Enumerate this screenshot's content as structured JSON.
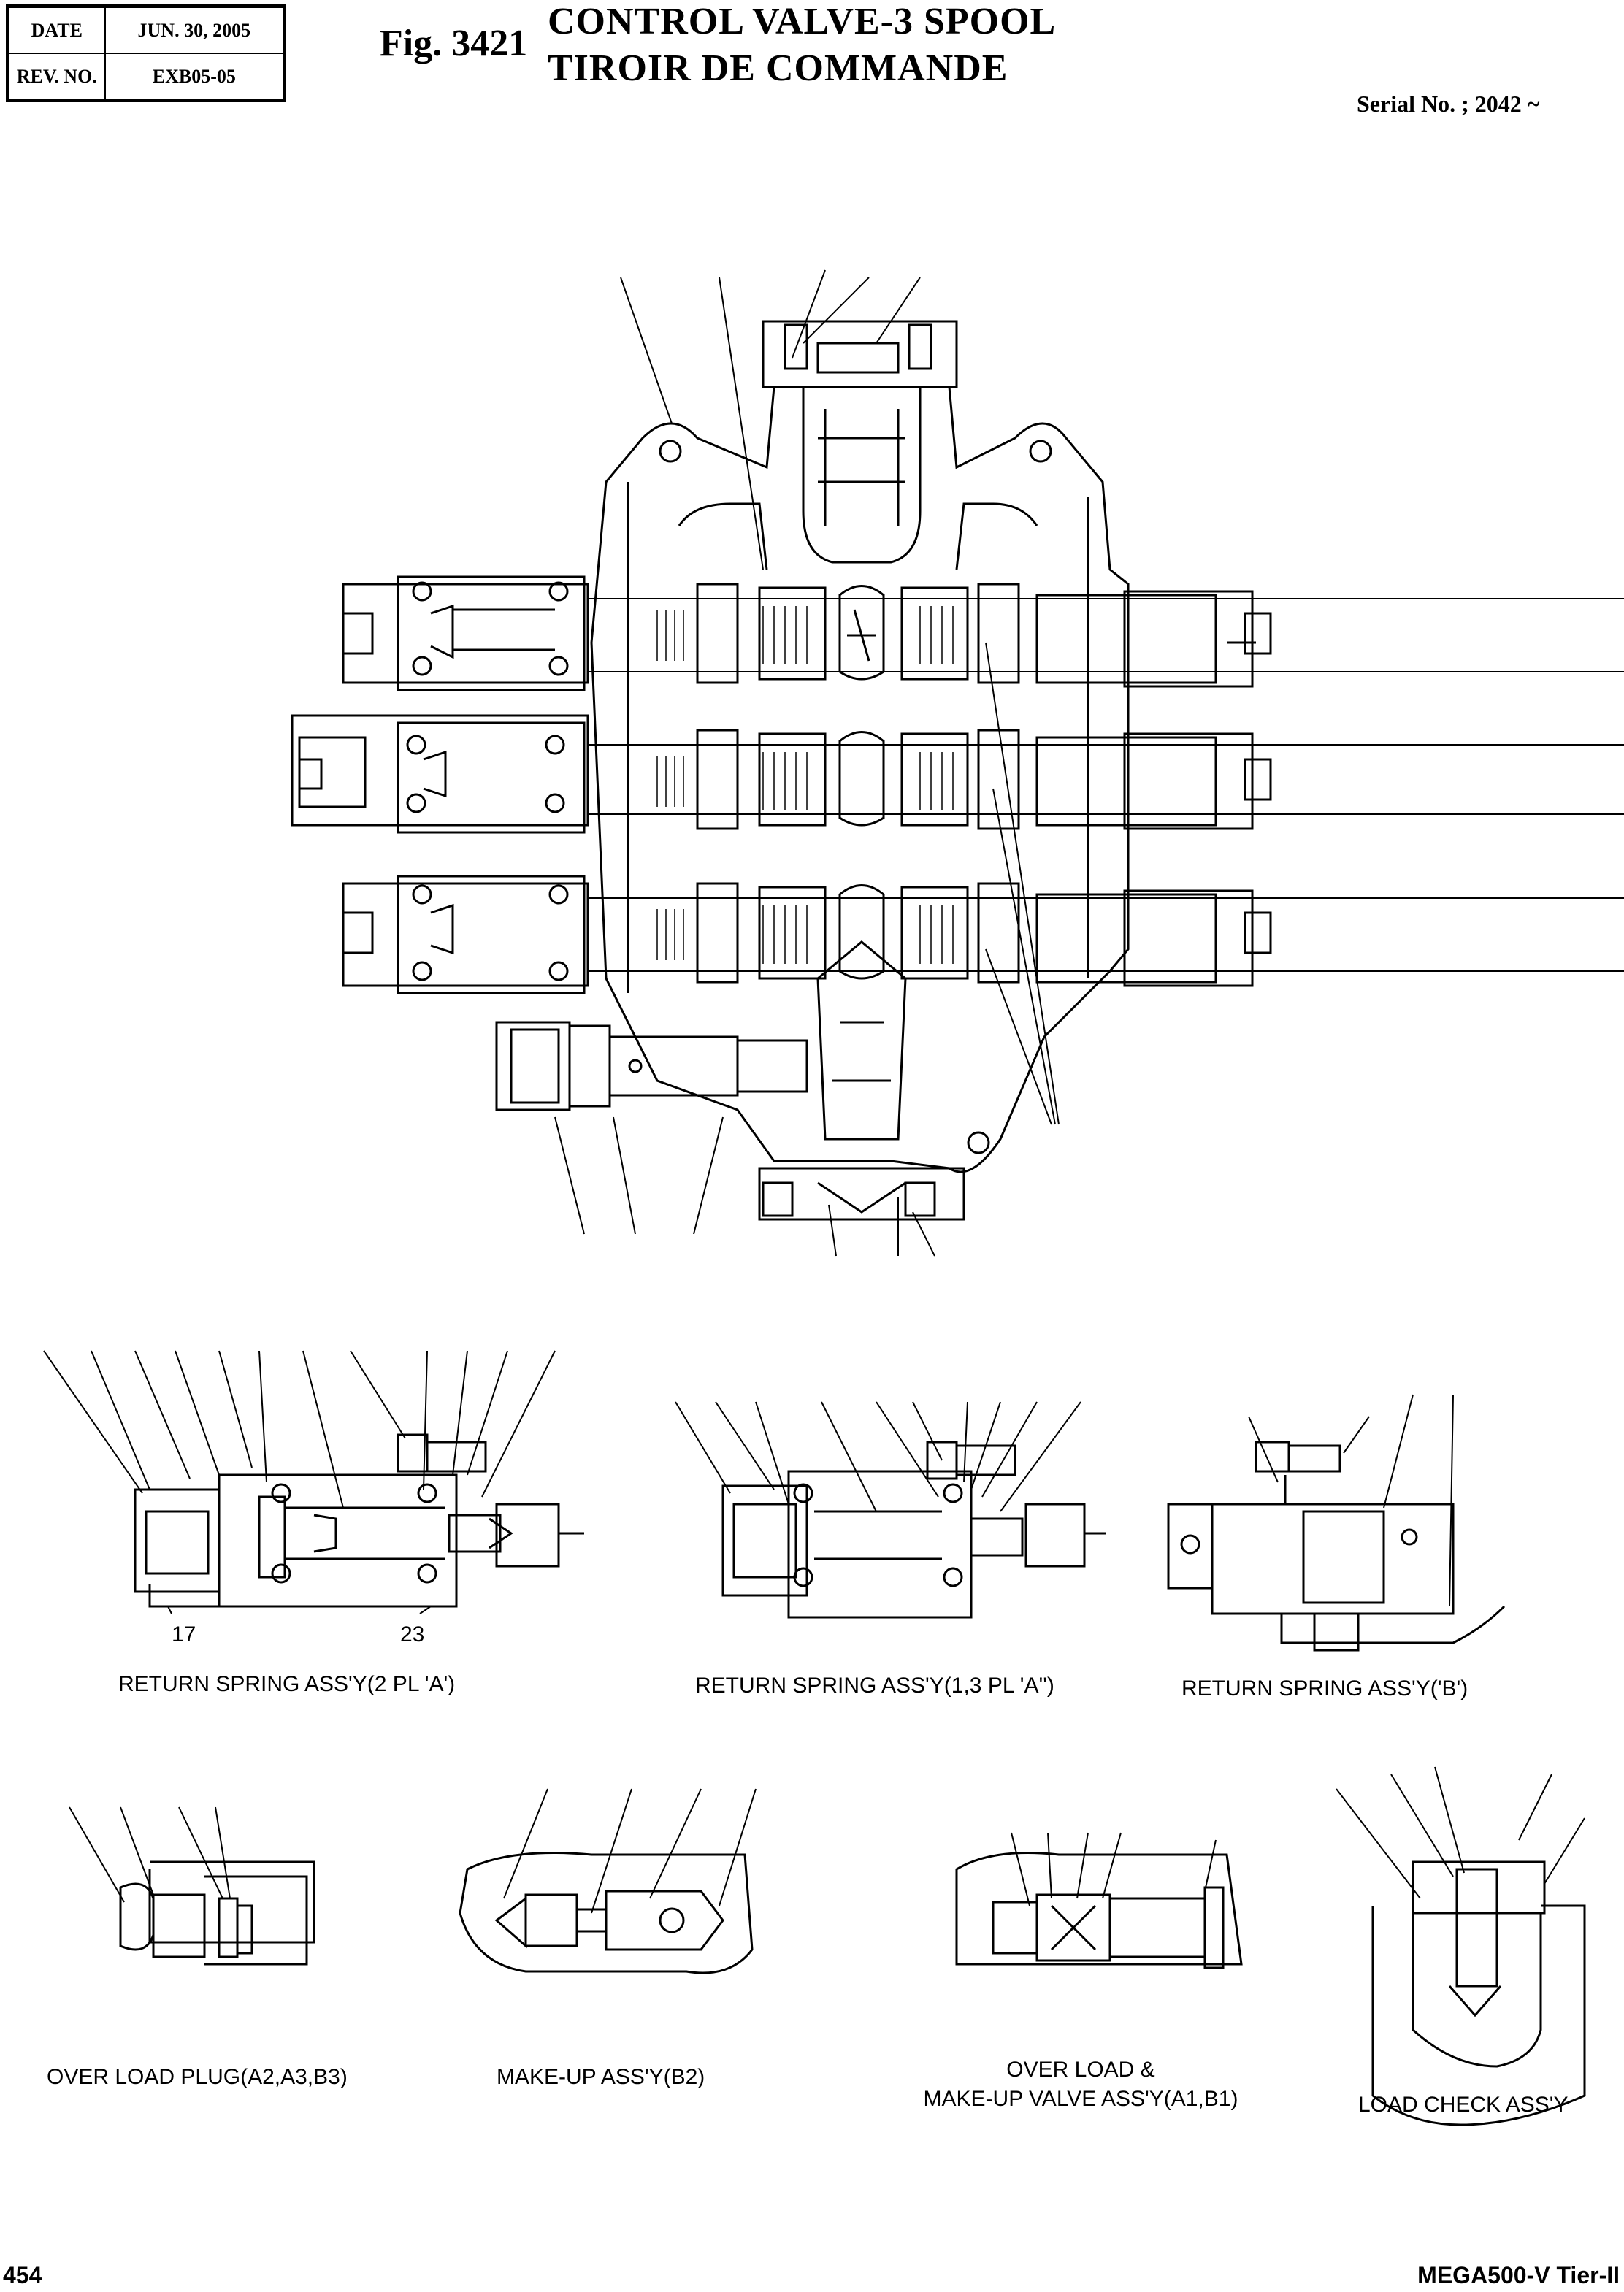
{
  "header": {
    "date_label": "DATE",
    "date_value": "JUN. 30, 2005",
    "rev_label": "REV. NO.",
    "rev_value": "EXB05-05",
    "fig_number": "Fig. 3421",
    "title_en": "CONTROL VALVE-3 SPOOL",
    "title_fr": "TIROIR DE COMMANDE",
    "serial": "Serial No. ; 2042 ~"
  },
  "callouts": {
    "c17": "17",
    "c23": "23"
  },
  "captions": {
    "return_spring_2pl_a": "RETURN SPRING ASS'Y(2 PL 'A')",
    "return_spring_13pl_a": "RETURN SPRING ASS'Y(1,3 PL 'A'')",
    "return_spring_b": "RETURN SPRING ASS'Y('B')",
    "over_load_plug": "OVER LOAD PLUG(A2,A3,B3)",
    "make_up_assy": "MAKE-UP ASS'Y(B2)",
    "over_load_makeup_1": "OVER LOAD &",
    "over_load_makeup_2": "MAKE-UP VALVE ASS'Y(A1,B1)",
    "load_check_assy": "LOAD CHECK ASS'Y"
  },
  "footer": {
    "page_number": "454",
    "model": "MEGA500-V Tier-II"
  }
}
